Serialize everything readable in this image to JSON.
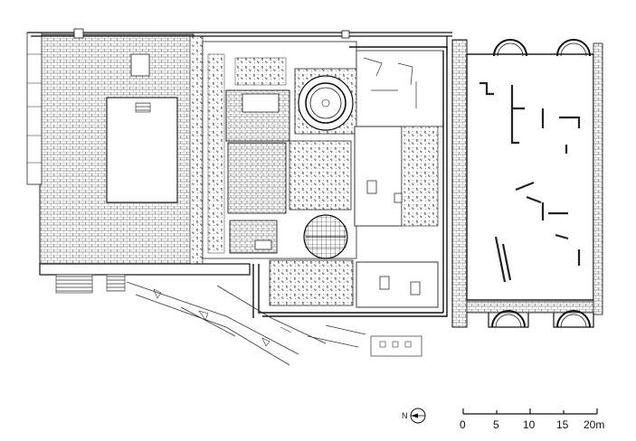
{
  "north_arrow": {
    "label": "N"
  },
  "scale_bar": {
    "ticks": [
      "0",
      "5",
      "10",
      "15",
      "20m"
    ]
  }
}
